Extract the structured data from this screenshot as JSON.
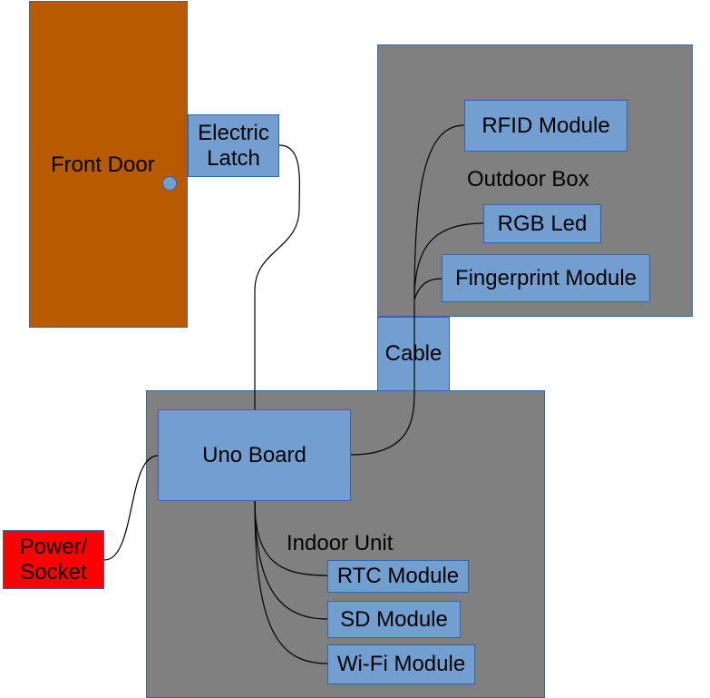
{
  "colors": {
    "door": "#b85b00",
    "container": "#808080",
    "module": "#729fcf",
    "outline": "#3465a4",
    "power": "#ff0000",
    "wire": "#000000"
  },
  "diagram": {
    "front_door": "Front Door",
    "electric_latch_line1": "Electric",
    "electric_latch_line2": "Latch",
    "outdoor_box": "Outdoor Box",
    "rfid_module": "RFID Module",
    "rgb_led": "RGB Led",
    "fingerprint_module": "Fingerprint Module",
    "cable": "Cable",
    "indoor_unit": "Indoor Unit",
    "uno_board": "Uno Board",
    "power_line1": "Power/",
    "power_line2": "Socket",
    "rtc_module": "RTC Module",
    "sd_module": "SD Module",
    "wifi_module": "Wi-Fi Module"
  }
}
